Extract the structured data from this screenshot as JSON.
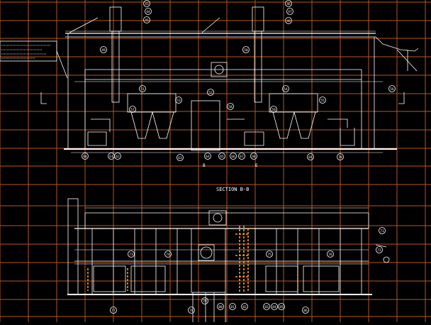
{
  "window": {
    "title": ""
  },
  "colors": {
    "background": "#000000",
    "grid": "#c8602a",
    "linework": "#ffffff",
    "highlight": "#ff9a1f",
    "ground": "#ffffff"
  },
  "drawing": {
    "section_title": "SECTION B-B",
    "view_markers": [
      "B",
      "E"
    ],
    "upper_callouts": [
      "43",
      "44",
      "45",
      "46",
      "47",
      "48",
      "49",
      "50",
      "51",
      "52",
      "53",
      "54",
      "55",
      "56",
      "57",
      "58",
      "59",
      "60",
      "61",
      "62",
      "63",
      "64",
      "65",
      "66",
      "67",
      "68",
      "69",
      "70"
    ],
    "lower_callouts": [
      "71",
      "72",
      "73",
      "74",
      "75",
      "76",
      "77",
      "78",
      "79",
      "80",
      "81",
      "82",
      "83",
      "84",
      "85",
      "86"
    ],
    "note_lines": [
      "",
      "",
      "",
      ""
    ]
  }
}
